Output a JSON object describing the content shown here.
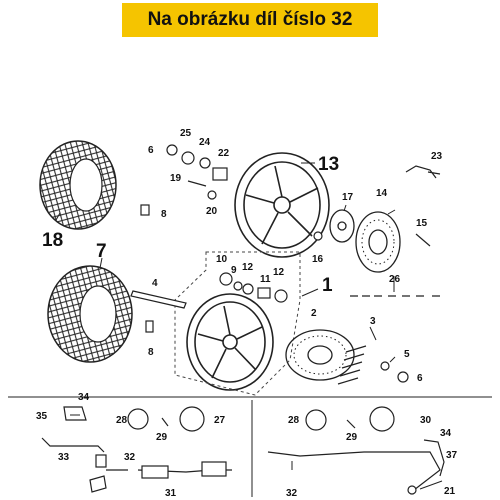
{
  "banner": {
    "text": "Na obrázku díl číslo 32"
  },
  "callouts": {
    "c1": "1",
    "c2": "2",
    "c3": "3",
    "c4": "4",
    "c5": "5",
    "c6a": "6",
    "c6b": "6",
    "c7": "7",
    "c8a": "8",
    "c8b": "8",
    "c9": "9",
    "c10": "10",
    "c11": "11",
    "c12a": "12",
    "c12b": "12",
    "c13": "13",
    "c14": "14",
    "c15": "15",
    "c16": "16",
    "c17": "17",
    "c18": "18",
    "c19": "19",
    "c20": "20",
    "c21": "21",
    "c22": "22",
    "c23": "23",
    "c24": "24",
    "c25": "25",
    "c26": "26",
    "c27": "27",
    "c28a": "28",
    "c28b": "28",
    "c29a": "29",
    "c29b": "29",
    "c30": "30",
    "c31": "31",
    "c32a": "32",
    "c32b": "32",
    "c33": "33",
    "c34a": "34",
    "c34b": "34",
    "c35": "35",
    "c37": "37"
  },
  "colors": {
    "banner_bg": "#f5c400",
    "line": "#222222"
  }
}
